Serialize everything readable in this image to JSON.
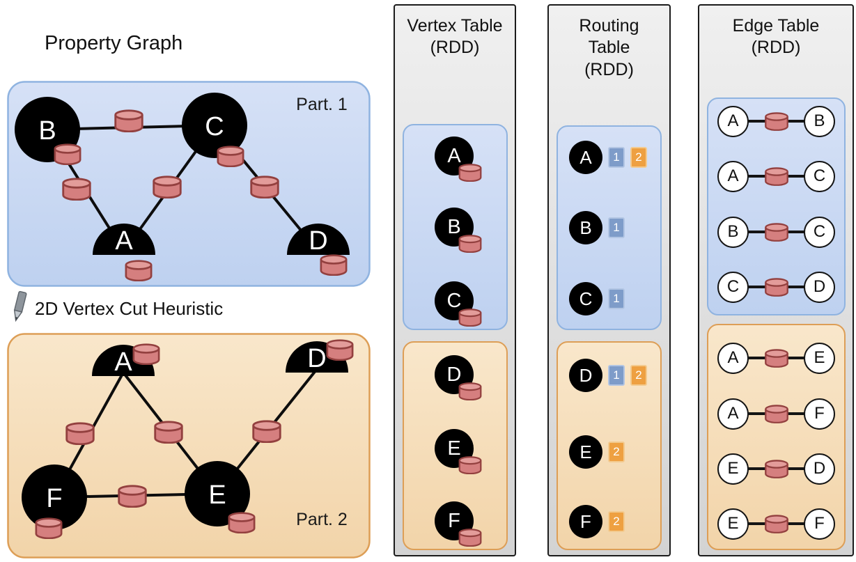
{
  "property_graph": {
    "title": "Property Graph",
    "heuristic_label": "2D Vertex Cut Heuristic"
  },
  "graph": {
    "part1": {
      "label": "Part. 1",
      "vertices": [
        "B",
        "C",
        "A",
        "D"
      ],
      "edges": [
        "B-C",
        "B-A",
        "C-A",
        "C-D"
      ]
    },
    "part2": {
      "label": "Part. 2",
      "vertices": [
        "A",
        "D",
        "F",
        "E"
      ],
      "edges": [
        "A-F",
        "A-E",
        "D-E",
        "F-E"
      ]
    }
  },
  "vertex_table": {
    "title": "Vertex Table",
    "subtitle": "(RDD)",
    "partition1_vertices": [
      "A",
      "B",
      "C"
    ],
    "partition2_vertices": [
      "D",
      "E",
      "F"
    ]
  },
  "routing_table": {
    "title": "Routing Table",
    "subtitle": "(RDD)",
    "partition1_rows": [
      {
        "vertex": "A",
        "partitions": [
          "1",
          "2"
        ]
      },
      {
        "vertex": "B",
        "partitions": [
          "1"
        ]
      },
      {
        "vertex": "C",
        "partitions": [
          "1"
        ]
      }
    ],
    "partition2_rows": [
      {
        "vertex": "D",
        "partitions": [
          "1",
          "2"
        ]
      },
      {
        "vertex": "E",
        "partitions": [
          "2"
        ]
      },
      {
        "vertex": "F",
        "partitions": [
          "2"
        ]
      }
    ]
  },
  "edge_table": {
    "title": "Edge Table",
    "subtitle": "(RDD)",
    "partition1_edges": [
      {
        "src": "A",
        "dst": "B"
      },
      {
        "src": "A",
        "dst": "C"
      },
      {
        "src": "B",
        "dst": "C"
      },
      {
        "src": "C",
        "dst": "D"
      }
    ],
    "partition2_edges": [
      {
        "src": "A",
        "dst": "E"
      },
      {
        "src": "A",
        "dst": "F"
      },
      {
        "src": "E",
        "dst": "D"
      },
      {
        "src": "E",
        "dst": "F"
      }
    ]
  },
  "colors": {
    "partition1_fill": "#cddcf4",
    "partition1_border": "#8fb3e0",
    "partition2_fill": "#f5ddb9",
    "partition2_border": "#dd9e56",
    "panel_fill": "#e2e2e2",
    "panel_border": "#1b1b1b",
    "vertex_fill": "#000000",
    "property_cylinder": "#d57f7f",
    "badge_partition1": "#7e9cc9",
    "badge_partition2": "#eea041"
  }
}
